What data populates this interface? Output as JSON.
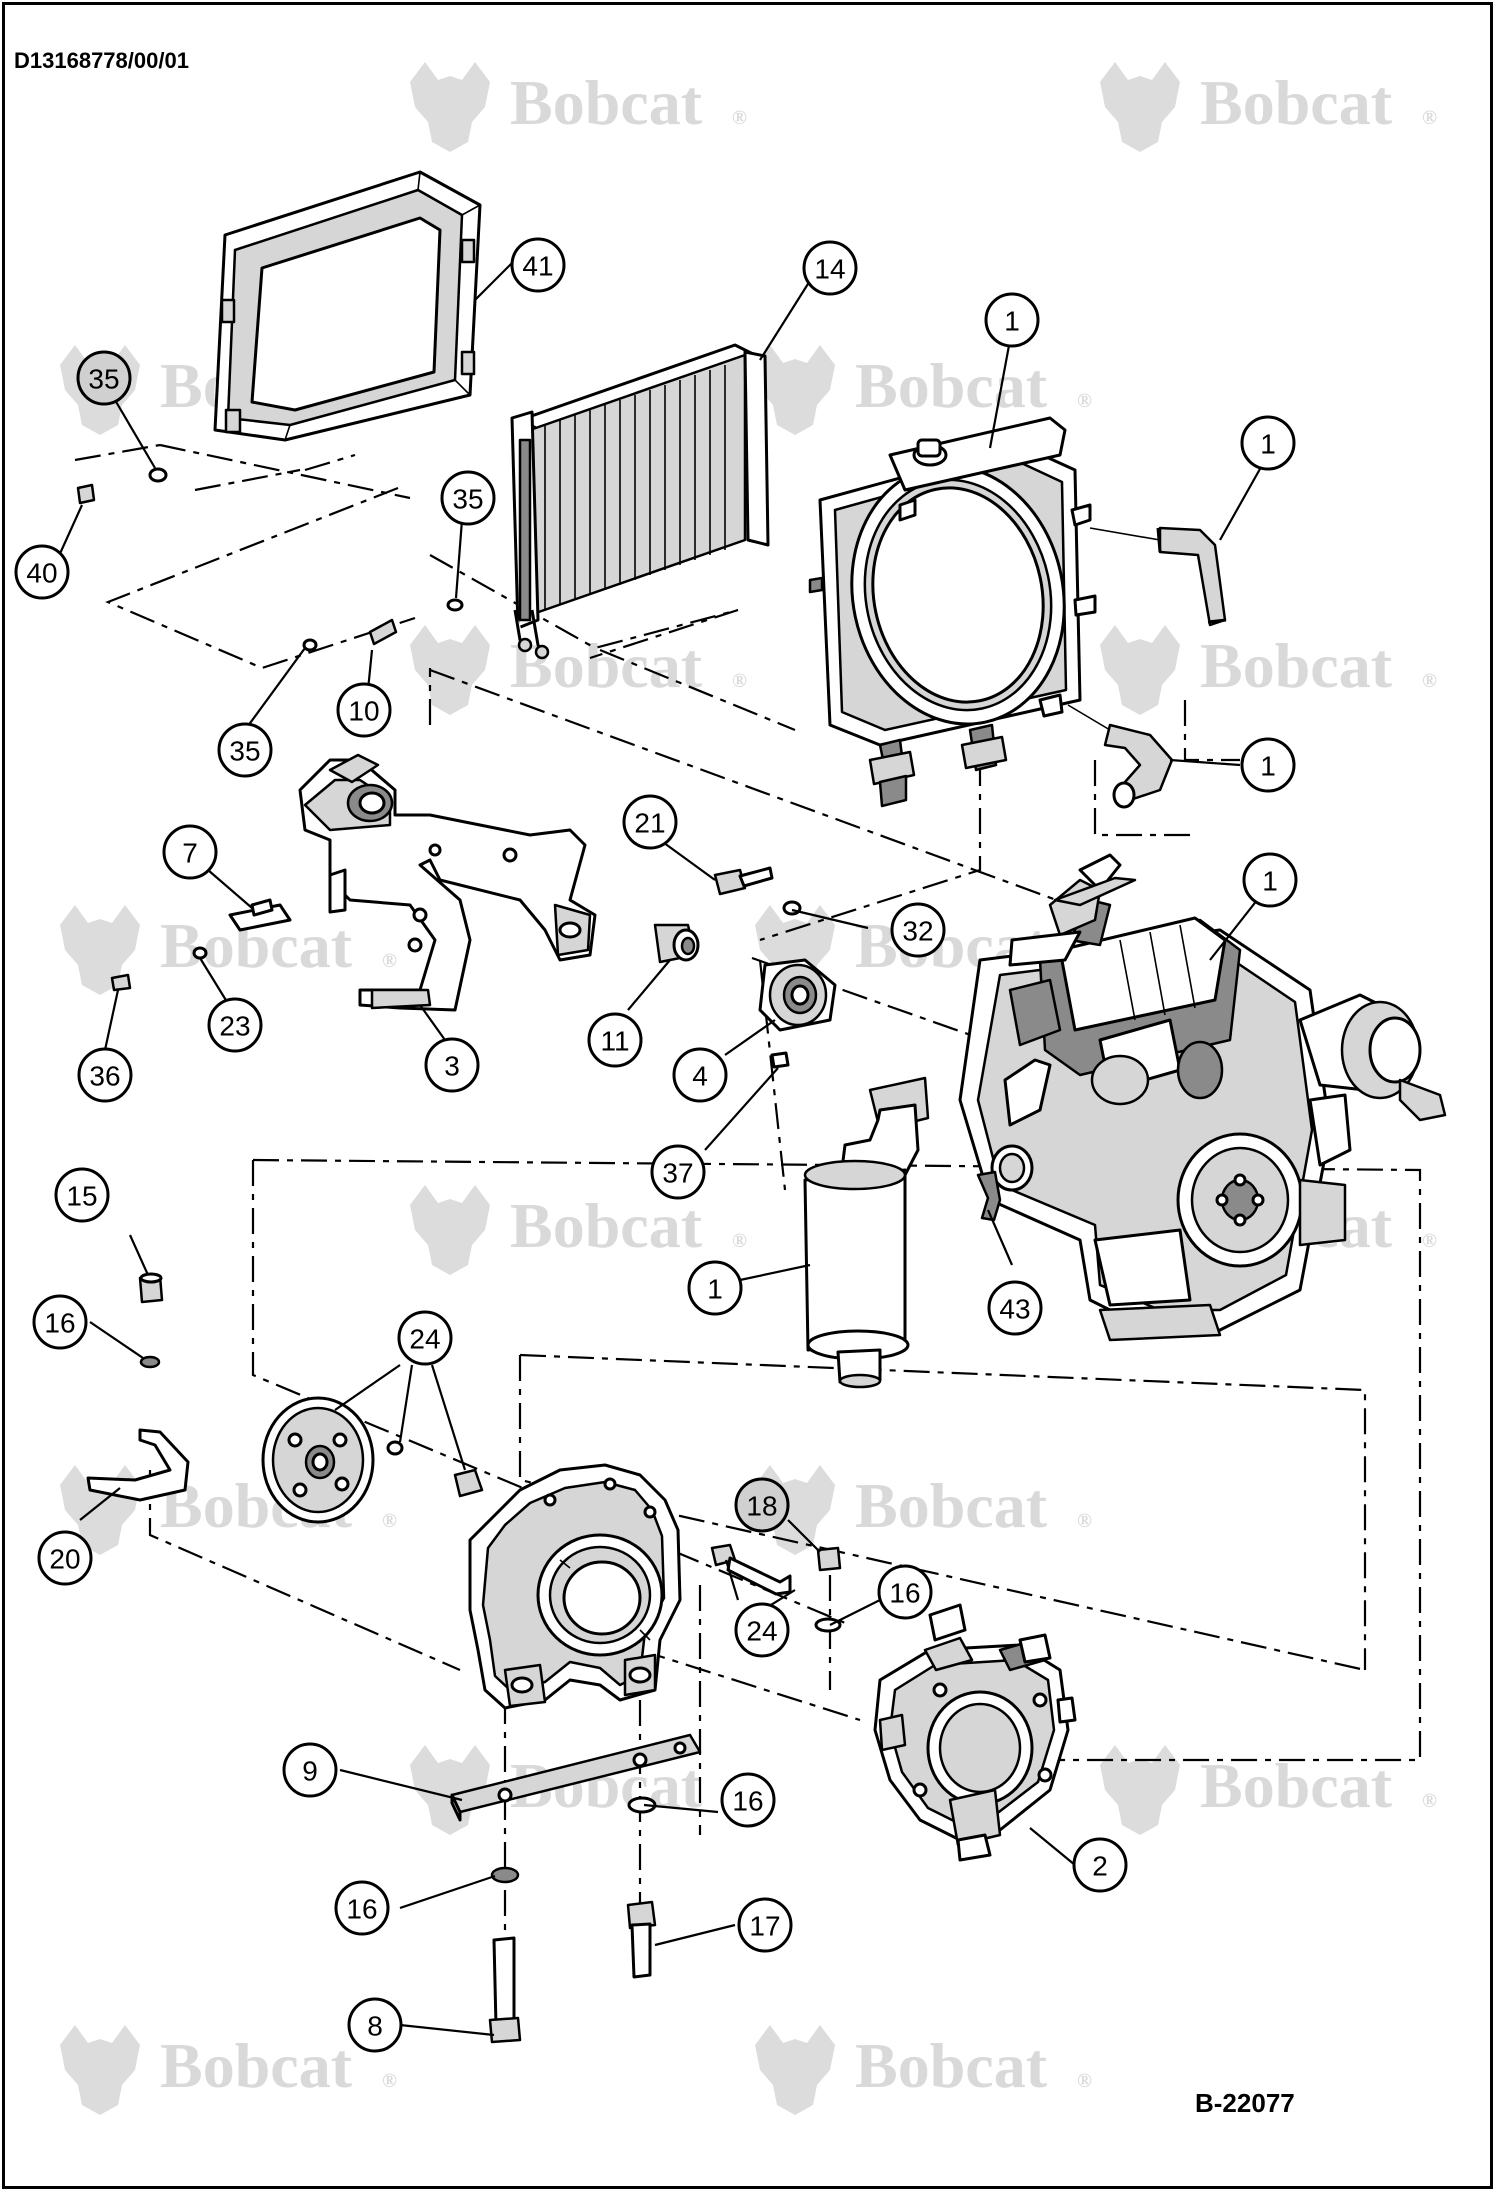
{
  "document": {
    "doc_number": "D13168778/00/01",
    "figure_number": "B-22077",
    "watermark_text": "Bobcat",
    "watermark_mark": "®"
  },
  "callouts": [
    {
      "id": "c41",
      "label": "41"
    },
    {
      "id": "c14",
      "label": "14"
    },
    {
      "id": "c1-radiator",
      "label": "1"
    },
    {
      "id": "c1-hose-upper",
      "label": "1"
    },
    {
      "id": "c35-a",
      "label": "35",
      "shaded": true
    },
    {
      "id": "c35-b",
      "label": "35"
    },
    {
      "id": "c40",
      "label": "40"
    },
    {
      "id": "c10",
      "label": "10"
    },
    {
      "id": "c35-c",
      "label": "35"
    },
    {
      "id": "c1-hose-lower",
      "label": "1"
    },
    {
      "id": "c21",
      "label": "21"
    },
    {
      "id": "c32",
      "label": "32"
    },
    {
      "id": "c1-engine",
      "label": "1"
    },
    {
      "id": "c7",
      "label": "7"
    },
    {
      "id": "c23",
      "label": "23"
    },
    {
      "id": "c36",
      "label": "36"
    },
    {
      "id": "c3",
      "label": "3"
    },
    {
      "id": "c11",
      "label": "11"
    },
    {
      "id": "c4",
      "label": "4"
    },
    {
      "id": "c37",
      "label": "37"
    },
    {
      "id": "c1-muffler",
      "label": "1"
    },
    {
      "id": "c43",
      "label": "43"
    },
    {
      "id": "c15",
      "label": "15"
    },
    {
      "id": "c16-a",
      "label": "16"
    },
    {
      "id": "c24-a",
      "label": "24"
    },
    {
      "id": "c20",
      "label": "20"
    },
    {
      "id": "c18",
      "label": "18",
      "shaded": true
    },
    {
      "id": "c16-b",
      "label": "16"
    },
    {
      "id": "c24-b",
      "label": "24"
    },
    {
      "id": "c9",
      "label": "9"
    },
    {
      "id": "c16-c",
      "label": "16"
    },
    {
      "id": "c2",
      "label": "2"
    },
    {
      "id": "c16-d",
      "label": "16"
    },
    {
      "id": "c17",
      "label": "17"
    },
    {
      "id": "c8",
      "label": "8"
    }
  ]
}
